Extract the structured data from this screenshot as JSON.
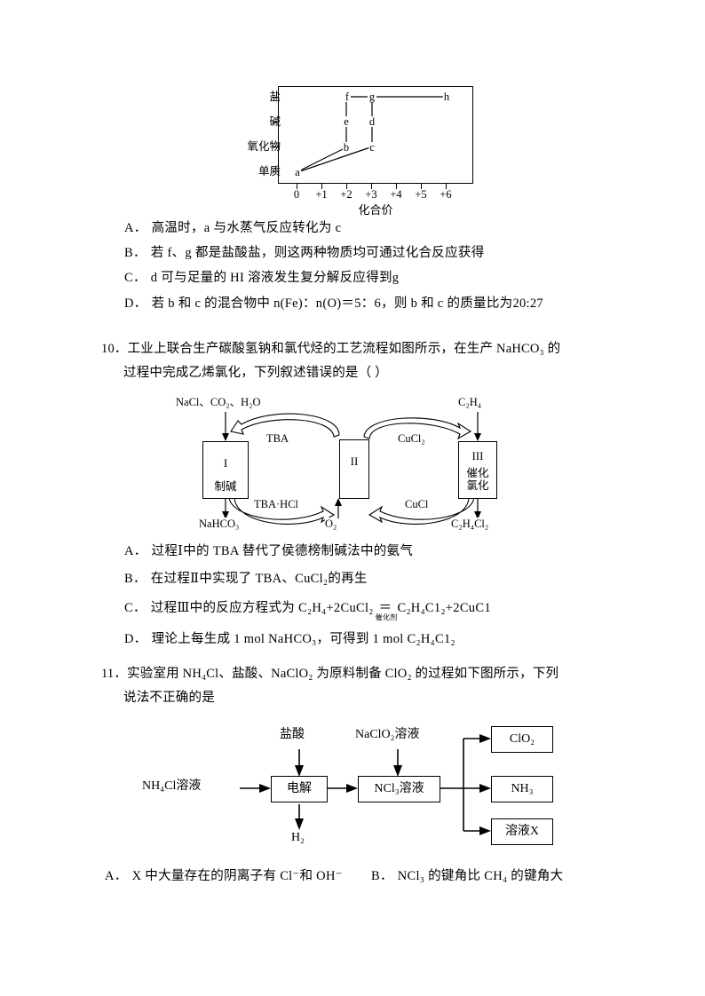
{
  "chart_data": {
    "type": "scatter",
    "title": "",
    "xlabel": "化合价",
    "ylabel": "",
    "x_ticks": [
      "0",
      "+1",
      "+2",
      "+3",
      "+4",
      "+5",
      "+6"
    ],
    "x_values": [
      0,
      1,
      2,
      3,
      4,
      5,
      6
    ],
    "y_categories": [
      "单质",
      "氧化物",
      "碱",
      "盐"
    ],
    "points": [
      {
        "label": "a",
        "x": 0,
        "y": "单质"
      },
      {
        "label": "b",
        "x": 2,
        "y": "氧化物"
      },
      {
        "label": "c",
        "x": 3,
        "y": "氧化物"
      },
      {
        "label": "e",
        "x": 2,
        "y": "碱"
      },
      {
        "label": "d",
        "x": 3,
        "y": "碱"
      },
      {
        "label": "f",
        "x": 2,
        "y": "盐"
      },
      {
        "label": "g",
        "x": 3,
        "y": "盐"
      },
      {
        "label": "h",
        "x": 6,
        "y": "盐"
      }
    ],
    "edges": [
      [
        "a",
        "b"
      ],
      [
        "a",
        "c"
      ],
      [
        "b",
        "e"
      ],
      [
        "e",
        "f"
      ],
      [
        "c",
        "d"
      ],
      [
        "d",
        "g"
      ],
      [
        "f",
        "g"
      ],
      [
        "g",
        "h"
      ]
    ],
    "grid": false,
    "legend": "none"
  },
  "q9_options": [
    {
      "label": "A．",
      "text": "高温时，a 与水蒸气反应转化为 c"
    },
    {
      "label": "B．",
      "text": "若 f、g 都是盐酸盐，则这两种物质均可通过化合反应获得"
    },
    {
      "label": "C．",
      "text": "d 可与足量的 HI 溶液发生复分解反应得到g"
    },
    {
      "label": "D．",
      "text": "若 b 和 c 的混合物中 n(Fe)：n(O)＝5：6，则 b 和 c 的质量比为20:27"
    }
  ],
  "q10": {
    "number": "10．",
    "stem_line1": "工业上联合生产碳酸氢钠和氯代烃的工艺流程如图所示，在生产 NaHCO₃ 的",
    "stem_line2": "过程中完成乙烯氯化，下列叙述错误的是（   ）",
    "diagram": {
      "inputs": {
        "top_left": "NaCl、CO₂、H₂O",
        "top_right": "C₂H₄",
        "bottom_center": "O₂"
      },
      "outputs": {
        "bottom_left": "NaHCO₃",
        "bottom_right": "C₂H₄Cl₂"
      },
      "boxes": [
        {
          "roman": "I",
          "caption": "制碱"
        },
        {
          "roman": "II",
          "caption": ""
        },
        {
          "roman": "III",
          "caption": "催化\n氯化"
        }
      ],
      "arrow_labels": {
        "top_left_arc": "TBA",
        "top_right_arc": "CuCl₂",
        "bottom_left_arc": "TBA·HCl",
        "bottom_right_arc": "CuCl"
      }
    },
    "options": [
      {
        "label": "A．",
        "text": "过程Ⅰ中的 TBA 替代了侯德榜制碱法中的氨气"
      },
      {
        "label": "B．",
        "text": "在过程Ⅱ中实现了 TBA、CuCl₂的再生"
      },
      {
        "label": "C．",
        "prefix": "过程Ⅲ中的反应方程式为 C₂H₄+2CuCl₂",
        "eqsign": "＝",
        "under": "催化剂",
        "suffix": "C₂H₄C1₂+2CuC1"
      },
      {
        "label": "D．",
        "text": "理论上每生成 1 mol NaHCO₃，可得到 1 mol C₂H₄C1₂"
      }
    ]
  },
  "q11": {
    "number": "11．",
    "stem_line1": "实验室用 NH₄Cl、盐酸、NaClO₂ 为原料制备 ClO₂ 的过程如下图所示，下列",
    "stem_line2": "说法不正确的是",
    "diagram": {
      "input_left": "NH₄Cl溶液",
      "input_top1": "盐酸",
      "input_top2": "NaClO₂溶液",
      "output_bottom": "H₂",
      "box1": "电解",
      "box2": "NCl₃溶液",
      "products": [
        "ClO₂",
        "NH₃",
        "溶液X"
      ]
    },
    "options": [
      {
        "label": "A．",
        "text": "X 中大量存在的阴离子有 Cl⁻和 OH⁻"
      },
      {
        "label": "B．",
        "text": "NCl₃ 的键角比 CH₄ 的键角大"
      }
    ]
  },
  "colors": {
    "ink": "#000000",
    "page": "#ffffff"
  }
}
